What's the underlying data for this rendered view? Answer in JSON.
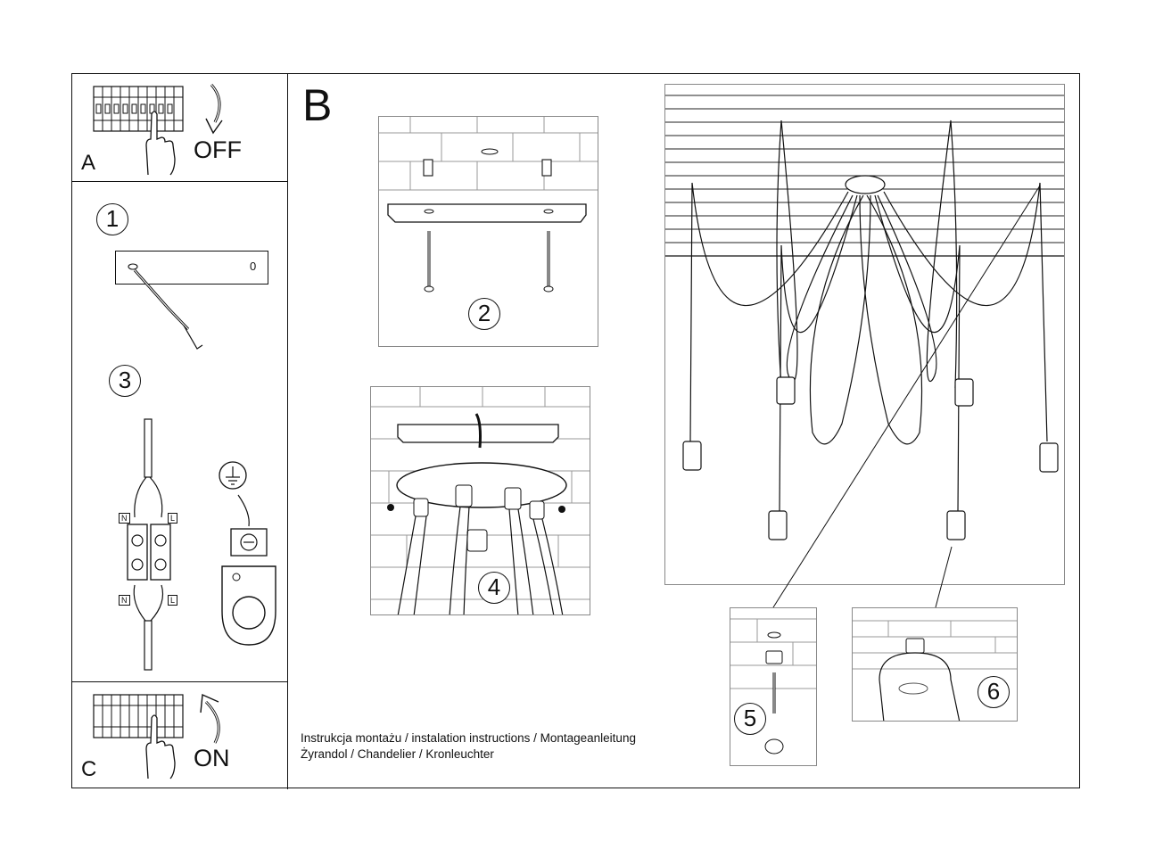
{
  "panel_a": {
    "letter": "A",
    "word": "OFF"
  },
  "panel_b": {
    "letter": "B"
  },
  "panel_c": {
    "letter": "C",
    "word": "ON"
  },
  "steps": {
    "s1": "1",
    "s2": "2",
    "s3": "3",
    "s4": "4",
    "s5": "5",
    "s6": "6"
  },
  "step1": {
    "plate_mark": "0"
  },
  "step3": {
    "terminal_n": "N",
    "terminal_l": "L"
  },
  "caption": {
    "line1": "Instrukcja montażu / instalation instructions / Montageanleitung",
    "line2": "Żyrandol / Chandelier / Kronleuchter"
  },
  "icons": [
    "circuit-breaker-icon",
    "hand-icon",
    "curved-arrow-down-icon",
    "curved-arrow-up-icon",
    "ground-symbol-icon"
  ]
}
